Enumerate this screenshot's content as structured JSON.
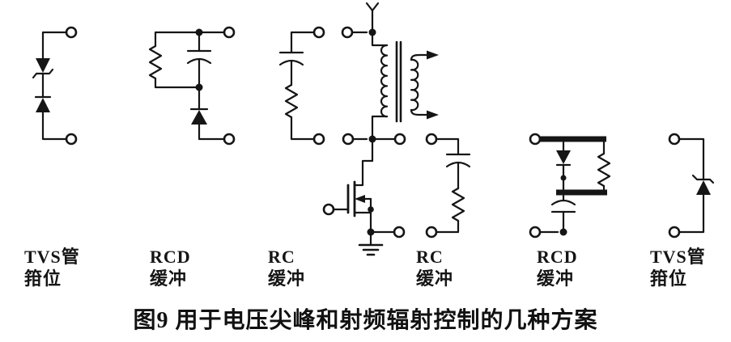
{
  "figure": {
    "caption": "图9  用于电压尖峰和射频辐射控制的几种方案",
    "ink_color": "#151515",
    "background_color": "#ffffff"
  },
  "circuits": [
    {
      "id": "tvs-clamp-left",
      "label_line1": "TVS管",
      "label_line2": "箝位",
      "components": [
        "tvs-diode-pair",
        "terminal",
        "terminal"
      ]
    },
    {
      "id": "rcd-snubber-left",
      "label_line1": "RCD",
      "label_line2": "缓冲",
      "components": [
        "resistor",
        "capacitor",
        "diode",
        "terminal",
        "terminal"
      ]
    },
    {
      "id": "rc-snubber-left",
      "label_line1": "RC",
      "label_line2": "缓冲",
      "components": [
        "capacitor",
        "resistor",
        "terminal",
        "terminal"
      ]
    },
    {
      "id": "rc-snubber-right",
      "label_line1": "RC",
      "label_line2": "缓冲",
      "components": [
        "capacitor",
        "resistor",
        "terminal",
        "terminal"
      ]
    },
    {
      "id": "rcd-snubber-right",
      "label_line1": "RCD",
      "label_line2": "缓冲",
      "components": [
        "diode",
        "resistor",
        "capacitor",
        "terminal",
        "terminal"
      ]
    },
    {
      "id": "tvs-clamp-right",
      "label_line1": "TVS管",
      "label_line2": "箝位",
      "components": [
        "tvs-diode",
        "terminal",
        "terminal"
      ]
    }
  ],
  "center_circuit": {
    "id": "flyback-stage",
    "components": [
      "supply-arrow",
      "transformer",
      "output-arrows",
      "mosfet",
      "ground",
      "terminals"
    ]
  }
}
